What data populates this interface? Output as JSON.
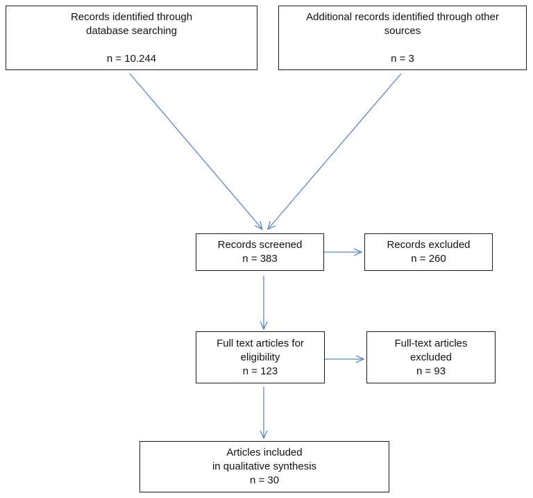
{
  "colors": {
    "arrow": "#5b86b5",
    "border": "#1a1a1a"
  },
  "boxes": {
    "database_search": {
      "line1": "Records identified through",
      "line2": "database searching",
      "count": "n = 10.244"
    },
    "other_sources": {
      "line1": "Additional records identified through other",
      "line2": "sources",
      "count": "n = 3"
    },
    "screened": {
      "line1": "Records screened",
      "count": "n = 383"
    },
    "excluded": {
      "line1": "Records excluded",
      "count": "n = 260"
    },
    "full_text": {
      "line1": "Full text articles for",
      "line2": "eligibility",
      "count": "n = 123"
    },
    "full_text_excluded": {
      "line1": "Full-text articles",
      "line2": "excluded",
      "count": "n = 93"
    },
    "included": {
      "line1": "Articles included",
      "line2": "in qualitative synthesis",
      "count": "n = 30"
    }
  }
}
